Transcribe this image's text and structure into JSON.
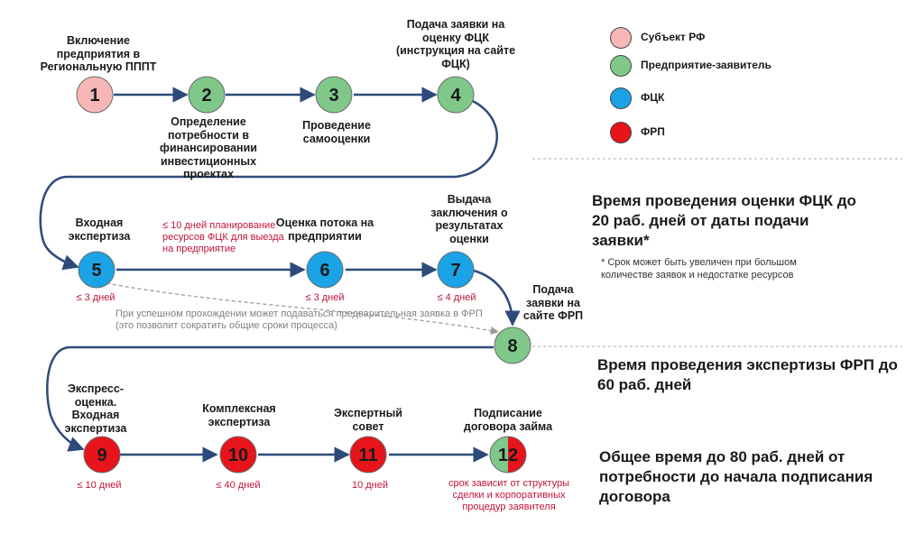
{
  "legend": [
    {
      "label": "Субъект РФ",
      "color": "#f7b7b7"
    },
    {
      "label": "Предприятие-заявитель",
      "color": "#7fc88a"
    },
    {
      "label": "ФЦК",
      "color": "#1aa3e6"
    },
    {
      "label": "ФРП",
      "color": "#e8141b"
    }
  ],
  "nodes": [
    {
      "number": "1",
      "color": "#f7b7b7",
      "title": "Включение предприятия в Региональную ПППТ"
    },
    {
      "number": "2",
      "color": "#7fc88a",
      "title": "Определение потребности в финансировании инвестиционных проектах"
    },
    {
      "number": "3",
      "color": "#7fc88a",
      "title": "Проведение самооценки"
    },
    {
      "number": "4",
      "color": "#7fc88a",
      "title": "Подача заявки на оценку ФЦК (инструкция на сайте ФЦК)"
    },
    {
      "number": "5",
      "color": "#1aa3e6",
      "title": "Входная экспертиза",
      "duration": "≤ 3 дней"
    },
    {
      "number": "6",
      "color": "#1aa3e6",
      "title": "Оценка потока на предприятии",
      "duration": "≤ 3 дней"
    },
    {
      "number": "7",
      "color": "#1aa3e6",
      "title": "Выдача заключения о результатах оценки",
      "duration": "≤ 4 дней"
    },
    {
      "number": "8",
      "color": "#7fc88a",
      "title": "Подача заявки на сайте ФРП"
    },
    {
      "number": "9",
      "color": "#e8141b",
      "title": "Экспресс-оценка. Входная экспертиза",
      "duration": "≤ 10 дней"
    },
    {
      "number": "10",
      "color": "#e8141b",
      "title": "Комплексная экспертиза",
      "duration": "≤ 40 дней"
    },
    {
      "number": "11",
      "color": "#e8141b",
      "title": "Экспертный совет",
      "duration": "10 дней"
    },
    {
      "number": "12",
      "color_left": "#7fc88a",
      "color_right": "#e8141b",
      "title": "Подписание договора займа",
      "duration": "срок зависит от структуры сделки и корпоративных процедур заявителя"
    }
  ],
  "notes": {
    "planning": "≤ 10 дней планирование ресурсов ФЦК для выезда на предприятие",
    "prelim": "При успешном прохождении может подаваться предварительная заявка в ФРП (это позволит сократить общие сроки процесса)"
  },
  "summary": {
    "fck_time": "Время проведения оценки ФЦК до 20 раб. дней от даты подачи заявки*",
    "fck_footnote": "* Срок может быть увеличен при большом количестве заявок и недостатке ресурсов",
    "frp_time": "Время проведения экспертизы ФРП до 60 раб. дней",
    "total_time": "Общее время до 80 раб. дней от потребности до начала подписания договора"
  },
  "colors": {
    "line": "#2e4a7a",
    "dashed": "#9a9a9a",
    "separator": "#c8c8c8"
  }
}
